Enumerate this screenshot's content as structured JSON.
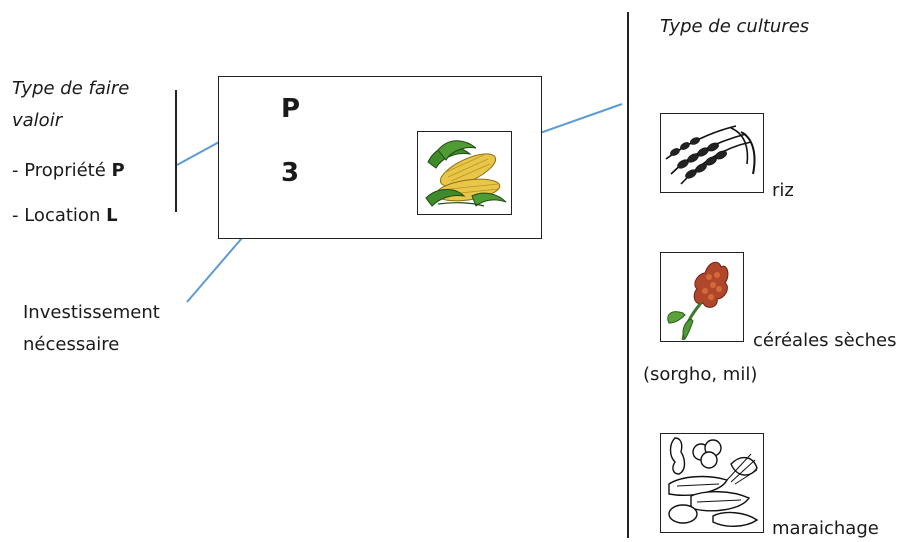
{
  "left_legend": {
    "title_line1": "Type de faire",
    "title_line2": "valoir",
    "item1_prefix": "- Propriété ",
    "item1_code": "P",
    "item2_prefix": "- Location ",
    "item2_code": "L"
  },
  "card": {
    "tenure_code": "P",
    "investment_value": "3",
    "crop_icon": "maize-icon"
  },
  "investment_label": {
    "line1": "Investissement",
    "line2": "nécessaire"
  },
  "crop_types": {
    "title": "Type de cultures",
    "items": [
      {
        "label": "riz",
        "icon": "rice-icon"
      },
      {
        "label_line1": "céréales sèches",
        "label_line2": "(sorgho, mil)",
        "icon": "sorghum-icon"
      },
      {
        "label": "maraichage",
        "icon": "vegetables-icon"
      }
    ]
  },
  "colors": {
    "arrow": "#5b9bd5",
    "maize_green": "#3f8a2a",
    "maize_yellow": "#e8c64a",
    "sorghum_red": "#b0472a"
  }
}
